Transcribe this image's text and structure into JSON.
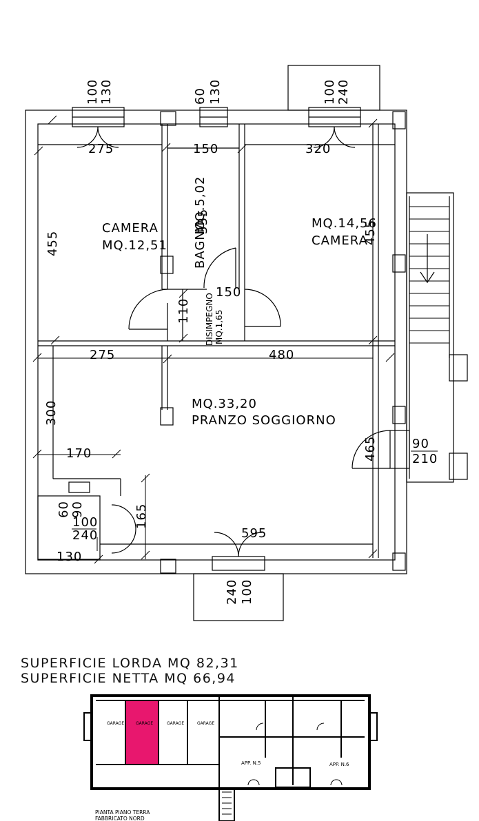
{
  "rooms": {
    "camera1": {
      "name": "CAMERA",
      "area": "MQ.12,51"
    },
    "bagno": {
      "label": "BAGNO",
      "area": "MQ.5,02",
      "dim": "335"
    },
    "camera2": {
      "area": "MQ.14,56",
      "name": "CAMERA",
      "dim": "455"
    },
    "disimpegno": {
      "name": "DISIMPEGNO",
      "area": "MQ.1,65"
    },
    "soggiorno": {
      "area": "MQ.33,20",
      "name": "PRANZO SOGGIORNO"
    }
  },
  "dimensions": {
    "d275a": "275",
    "d150a": "150",
    "d320": "320",
    "d455": "455",
    "d150b": "150",
    "d110": "110",
    "d275b": "275",
    "d480": "480",
    "d300": "300",
    "d170": "170",
    "d465": "465",
    "d165": "165",
    "d595": "595",
    "d130": "130",
    "d60": "60",
    "d90a": "90",
    "d100a": "100",
    "d240a": "240"
  },
  "openings": {
    "w1": {
      "w": "100",
      "h": "130"
    },
    "w2": {
      "w": "60",
      "h": "130"
    },
    "w3": {
      "w": "100",
      "h": "240"
    },
    "door_right": {
      "w": "90",
      "h": "210"
    },
    "door_bottom": {
      "w": "100",
      "h": "240"
    }
  },
  "summary": {
    "lorda": "SUPERFICIE LORDA MQ 82,31",
    "netta": "SUPERFICIE NETTA MQ 66,94"
  },
  "keyplan": {
    "garage_labels": [
      "GARAGE",
      "GARAGE",
      "GARAGE",
      "GARAGE"
    ],
    "app5": "APP. N.5",
    "app6": "APP. N.6",
    "caption1": "PIANTA PIANO TERRA",
    "caption2": "FABBRICATO NORD",
    "highlight_color": "#e8176e"
  }
}
